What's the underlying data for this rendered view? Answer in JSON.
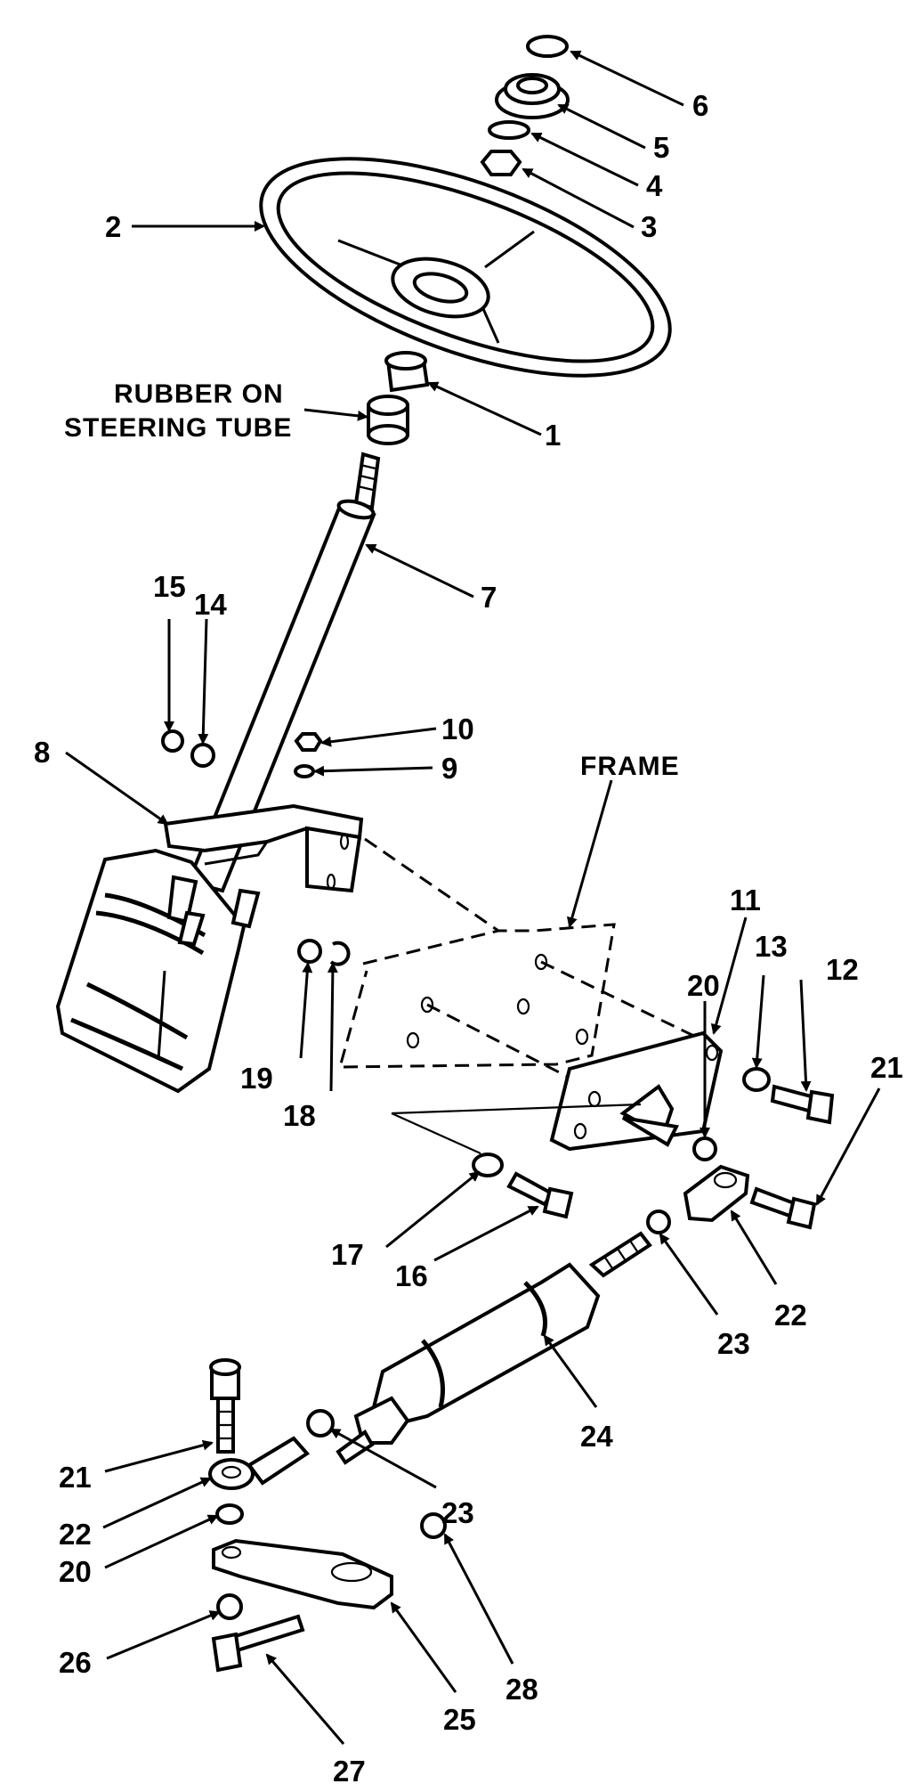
{
  "callouts": {
    "c1": "1",
    "c2": "2",
    "c3": "3",
    "c4": "4",
    "c5": "5",
    "c6": "6",
    "c7": "7",
    "c8": "8",
    "c9": "9",
    "c10": "10",
    "c11": "11",
    "c12": "12",
    "c13": "13",
    "c14": "14",
    "c15": "15",
    "c16": "16",
    "c17": "17",
    "c18": "18",
    "c19": "19",
    "c20a": "20",
    "c20b": "20",
    "c21a": "21",
    "c21b": "21",
    "c22a": "22",
    "c22b": "22",
    "c23a": "23",
    "c23b": "23",
    "c24": "24",
    "c25": "25",
    "c26": "26",
    "c27": "27",
    "c28": "28"
  },
  "labels": {
    "rubber_line1": "RUBBER ON",
    "rubber_line2": "STEERING TUBE",
    "frame": "FRAME"
  }
}
